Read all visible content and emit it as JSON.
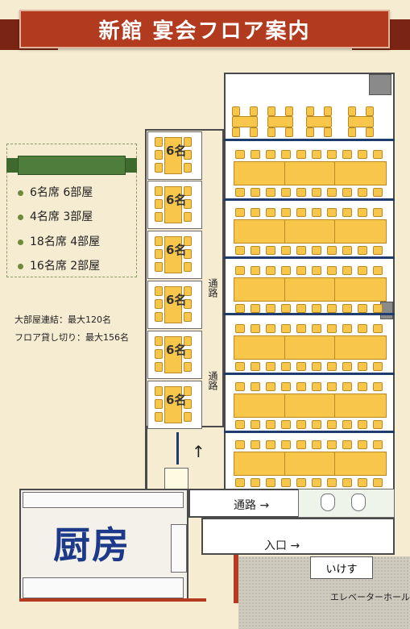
{
  "title": "新館 宴会フロア案内",
  "legend": {
    "items": [
      "6名席 6部屋",
      "4名席 3部屋",
      "18名席 4部屋",
      "16名席 2部屋"
    ]
  },
  "notes": {
    "combined": "大部屋連結：最大120名",
    "full_floor": "フロア貸し切り：最大156名"
  },
  "rooms": {
    "six_seat_label": "6名",
    "count": 6
  },
  "labels": {
    "corridor": "通路",
    "corridor_arrow": "通路 →",
    "entrance": "入口 →",
    "kitchen": "厨房",
    "ikesu": "いけす",
    "elevator_hall": "エレベーターホール"
  },
  "colors": {
    "banner": "#b23a1f",
    "table": "#f7c64a",
    "divider": "#1e3c6e",
    "kitchen_text": "#1d3a8a",
    "legend_band": "#3e6a2e"
  }
}
